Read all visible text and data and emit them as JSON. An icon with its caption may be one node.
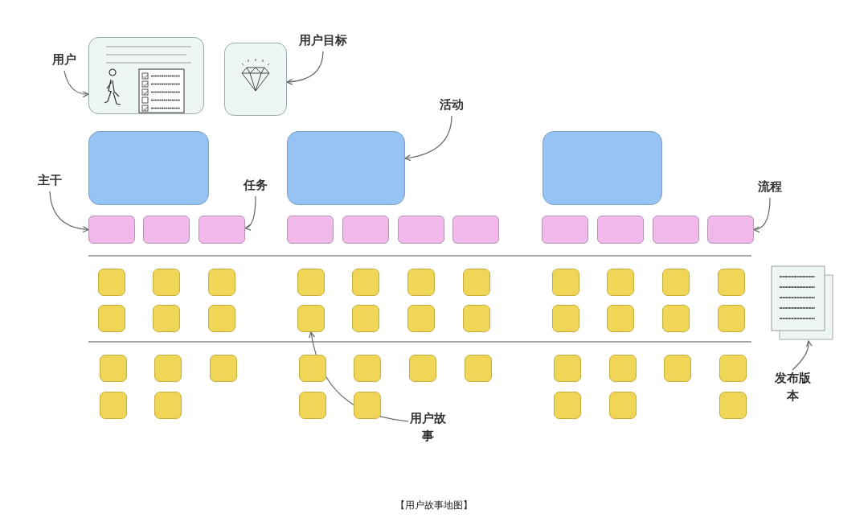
{
  "diagram": {
    "caption": "【用户故事地图】",
    "nodes": [
      {
        "text": [
          "用户"
        ]
      },
      {
        "text": [],
        "shape": "picture"
      },
      {
        "text": [
          "用户目标"
        ]
      },
      {
        "text": [],
        "shape": "picture"
      },
      {
        "text": [
          "活动"
        ]
      },
      {
        "text": [],
        "shape": "box"
      },
      {
        "text": [],
        "shape": "box"
      },
      {
        "text": [],
        "shape": "box"
      },
      {
        "text": [
          "主干"
        ]
      },
      {
        "text": [
          "任务"
        ]
      },
      {
        "text": [
          "流程"
        ]
      },
      {
        "text": [],
        "shape": "box"
      },
      {
        "text": [],
        "shape": "box"
      },
      {
        "text": [],
        "shape": "box"
      },
      {
        "text": [],
        "shape": "box"
      },
      {
        "text": [],
        "shape": "box"
      },
      {
        "text": [],
        "shape": "box"
      },
      {
        "text": [],
        "shape": "box"
      },
      {
        "text": [],
        "shape": "box"
      },
      {
        "text": [],
        "shape": "box"
      },
      {
        "text": [],
        "shape": "box"
      },
      {
        "text": [],
        "shape": "box"
      },
      {
        "text": [],
        "shape": "box"
      },
      {
        "text": [],
        "shape": "box"
      },
      {
        "text": [],
        "shape": "box"
      },
      {
        "text": [],
        "shape": "box"
      },
      {
        "text": [],
        "shape": "box"
      },
      {
        "text": [],
        "shape": "box"
      },
      {
        "text": [],
        "shape": "box"
      },
      {
        "text": [],
        "shape": "box"
      },
      {
        "text": [],
        "shape": "box"
      },
      {
        "text": [],
        "shape": "box"
      },
      {
        "text": [],
        "shape": "box"
      },
      {
        "text": [],
        "shape": "box"
      },
      {
        "text": [],
        "shape": "box"
      },
      {
        "text": [],
        "shape": "box"
      },
      {
        "text": [],
        "shape": "box"
      },
      {
        "text": [],
        "shape": "box"
      },
      {
        "text": [],
        "shape": "box"
      },
      {
        "text": [],
        "shape": "box"
      },
      {
        "text": [],
        "shape": "box"
      },
      {
        "text": [],
        "shape": "box"
      },
      {
        "text": [],
        "shape": "box"
      },
      {
        "text": [],
        "shape": "box"
      },
      {
        "text": [],
        "shape": "box"
      },
      {
        "text": [],
        "shape": "box"
      },
      {
        "text": [],
        "shape": "box"
      },
      {
        "text": [],
        "shape": "box"
      },
      {
        "text": [],
        "shape": "box"
      },
      {
        "text": [],
        "shape": "box"
      },
      {
        "text": [],
        "shape": "box"
      },
      {
        "text": [],
        "shape": "box"
      },
      {
        "text": [],
        "shape": "box"
      },
      {
        "text": [],
        "shape": "box"
      },
      {
        "text": [],
        "shape": "box"
      },
      {
        "text": [],
        "shape": "box"
      },
      {
        "text": [],
        "shape": "box"
      },
      {
        "text": [],
        "shape": "box"
      },
      {
        "text": [],
        "shape": "box"
      },
      {
        "text": [],
        "shape": "box"
      },
      {
        "text": [],
        "shape": "box"
      },
      {
        "text": [],
        "shape": "box"
      },
      {
        "text": [],
        "shape": "picture"
      },
      {
        "text": [
          "发布版本"
        ]
      },
      {
        "text": [
          "用户故事"
        ]
      }
    ],
    "edges": [
      {
        "from": 0,
        "to": 1,
        "arrow": "to"
      },
      {
        "from": 2,
        "to": 3,
        "arrow": "to"
      },
      {
        "from": 4,
        "to": 6,
        "arrow": "to"
      },
      {
        "from": 8,
        "to": 11,
        "arrow": "to"
      },
      {
        "from": 9,
        "to": 13,
        "arrow": "to"
      },
      {
        "from": 10,
        "to": 21,
        "arrow": "to"
      },
      {
        "from": 63,
        "to": 62,
        "arrow": "to"
      },
      {
        "from": 64,
        "to": 36,
        "arrow": "to"
      }
    ]
  }
}
